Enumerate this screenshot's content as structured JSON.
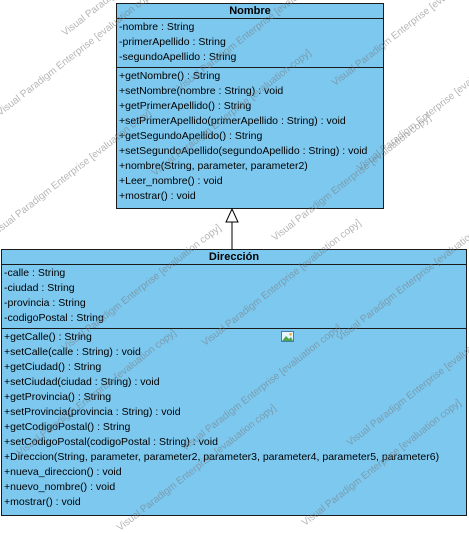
{
  "watermark": "Visual Paradigm Enterprise [evaluation copy]",
  "colors": {
    "class_fill": "#7cc8ef",
    "border": "#1a1a1a"
  },
  "nombre": {
    "title": "Nombre",
    "attributes": [
      "-nombre : String",
      "-primerApellido : String",
      "-segundoApellido : String"
    ],
    "operations": [
      "+getNombre() : String",
      "+setNombre(nombre : String) : void",
      "+getPrimerApellido() : String",
      "+setPrimerApellido(primerApellido : String) : void",
      "+getSegundoApellido() : String",
      "+setSegundoApellido(segundoApellido : String) : void",
      "+nombre(String, parameter, parameter2)",
      "+Leer_nombre() : void",
      "+mostrar() : void"
    ]
  },
  "direccion": {
    "title": "Dirección",
    "attributes": [
      "-calle : String",
      "-ciudad : String",
      "-provincia : String",
      "-codigoPostal : String"
    ],
    "operations": [
      "+getCalle() : String",
      "+setCalle(calle : String) : void",
      "+getCiudad() : String",
      "+setCiudad(ciudad : String) : void",
      "+getProvincia() : String",
      "+setProvincia(provincia : String) : void",
      "+getCodigoPostal() : String",
      "+setCodigoPostal(codigoPostal : String) : void",
      "+Direccion(String, parameter, parameter2, parameter3, parameter4, parameter5, parameter6)",
      "+nueva_direccion() : void",
      "+nuevo_nombre() : void",
      "+mostrar() : void"
    ]
  }
}
